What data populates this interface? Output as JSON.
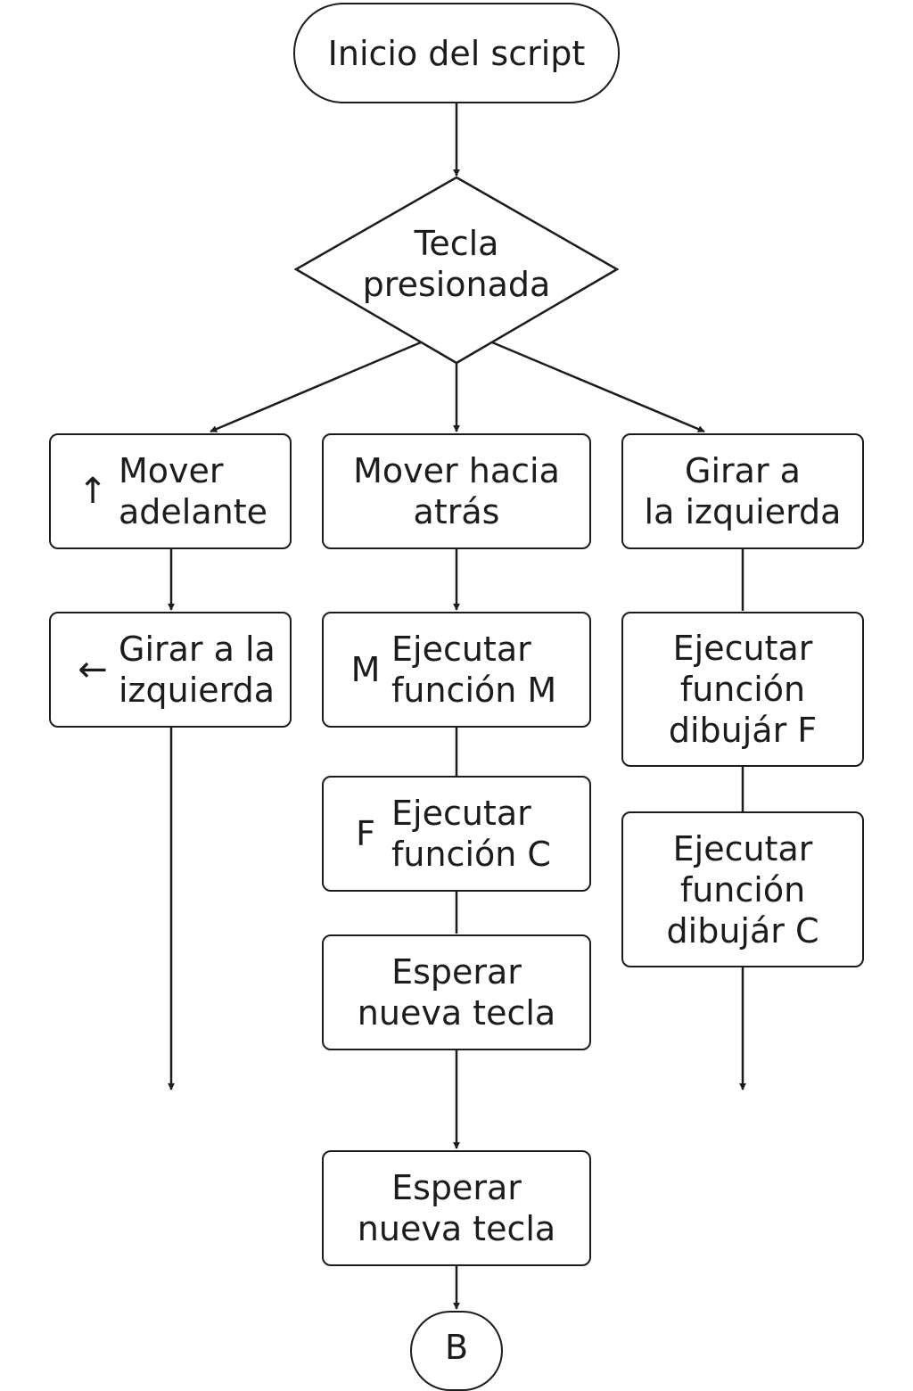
{
  "flowchart": {
    "start": "Inicio del script",
    "decision": "Tecla\npresionada",
    "branch_left": {
      "step1": {
        "icon": "arrow-up-icon",
        "glyph": "↑",
        "label": "Mover\nadelante"
      },
      "step2": {
        "icon": "arrow-left-icon",
        "glyph": "←",
        "label": "Girar a la\nizquierda"
      }
    },
    "branch_middle": {
      "step1": {
        "label": "Mover hacia\natrás"
      },
      "step2": {
        "prefix": "M",
        "label": "Ejecutar\nfunción M"
      },
      "step3": {
        "prefix": "F",
        "label": "Ejecutar\nfunción C"
      },
      "step4": {
        "label": "Esperar\nnueva tecla"
      }
    },
    "branch_right": {
      "step1": {
        "label": "Girar a\nla izquierda"
      },
      "step2": {
        "label": "Ejecutar\nfunción\ndibujár F"
      },
      "step3": {
        "label": "Ejecutar\nfunción\ndibujár C"
      }
    },
    "merge": {
      "label": "Esperar\nnueva tecla"
    },
    "end_connector": "B"
  }
}
